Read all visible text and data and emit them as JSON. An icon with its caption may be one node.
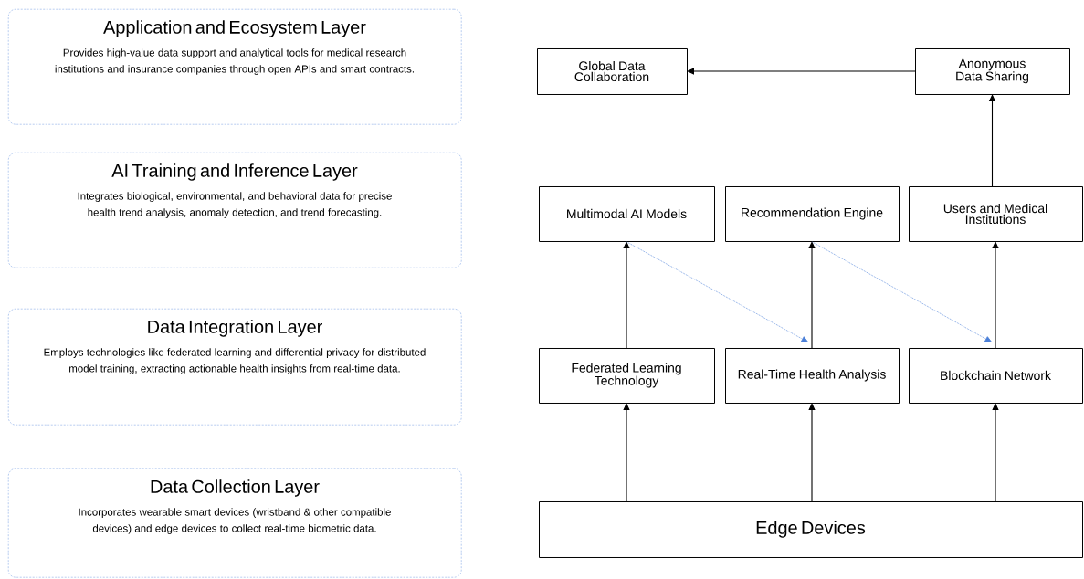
{
  "diagram": {
    "nodes": [
      {
        "text": [
          "Application and Ecosystem Layer",
          "Provides high-value data support and analytical tools for medical research institutions and insurance companies through open APIs and smart contracts."
        ]
      },
      {
        "text": [
          "AI Training and Inference Layer",
          "Integrates biological, environmental, and behavioral data for precise health trend analysis, anomaly detection, and trend forecasting."
        ]
      },
      {
        "text": [
          "Data Integration Layer",
          "Employs technologies like federated learning and differential privacy for distributed model training, extracting actionable health insights from real-time data."
        ]
      },
      {
        "text": [
          "Data Collection Layer",
          "Incorporates wearable smart devices (wristband & other compatible devices) and edge devices to collect real-time biometric data."
        ]
      },
      {
        "text": [
          "Global Data Collaboration"
        ]
      },
      {
        "text": [
          "Anonymous Data Sharing"
        ]
      },
      {
        "text": [
          "Multimodal AI Models"
        ]
      },
      {
        "text": [
          "Recommendation Engine"
        ]
      },
      {
        "text": [
          "Users and Medical Institutions"
        ]
      },
      {
        "text": [
          "Federated Learning Technology"
        ]
      },
      {
        "text": [
          "Real-Time Health Analysis"
        ]
      },
      {
        "text": [
          "Blockchain Network"
        ]
      },
      {
        "text": [
          "Edge Devices"
        ]
      }
    ],
    "edges": [
      {
        "from": 5,
        "to": 4,
        "arrow": "to"
      },
      {
        "from": 8,
        "to": 5,
        "arrow": "to"
      },
      {
        "from": 9,
        "to": 6,
        "arrow": "to"
      },
      {
        "from": 10,
        "to": 7,
        "arrow": "to"
      },
      {
        "from": 11,
        "to": 8,
        "arrow": "to"
      },
      {
        "from": 6,
        "to": 10,
        "arrow": "to",
        "style": "dashed",
        "color": "#4a7fd8"
      },
      {
        "from": 7,
        "to": 11,
        "arrow": "to",
        "style": "dashed",
        "color": "#4a7fd8"
      },
      {
        "from": 12,
        "to": 9,
        "arrow": "to"
      },
      {
        "from": 12,
        "to": 10,
        "arrow": "to"
      },
      {
        "from": 12,
        "to": 11,
        "arrow": "to"
      }
    ]
  }
}
